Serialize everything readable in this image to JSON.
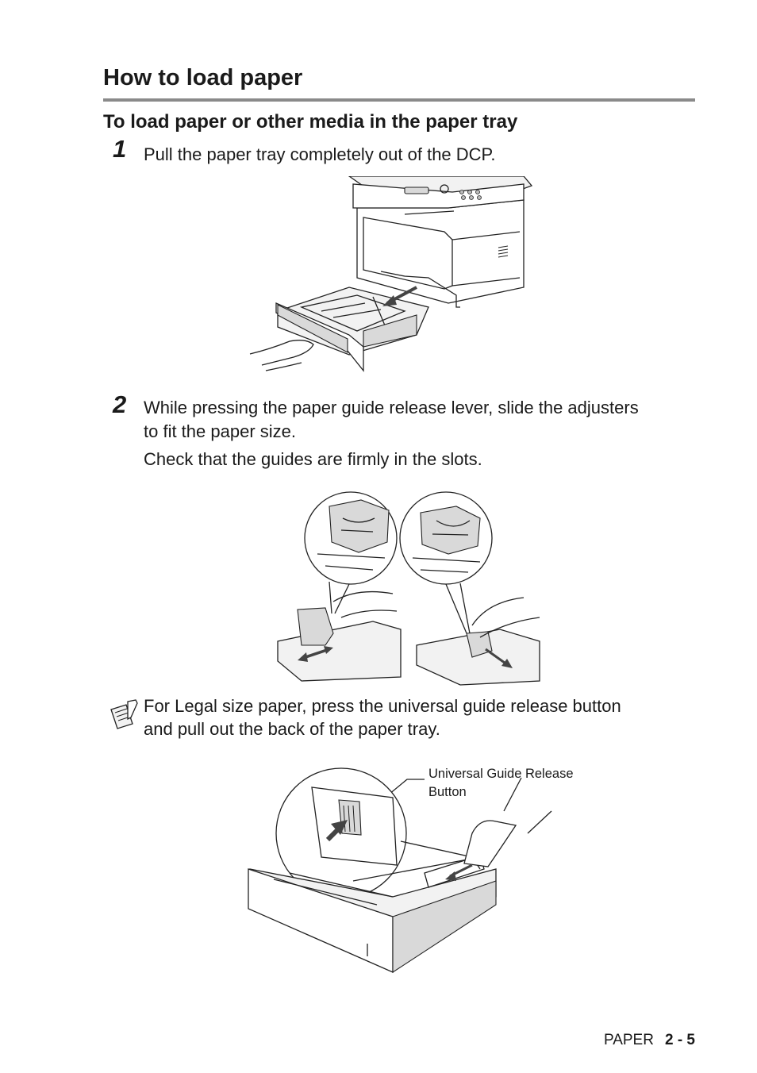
{
  "section_title": "How to load paper",
  "subsection_title": "To load paper or other media in the paper tray",
  "steps": [
    {
      "number": "1",
      "lines": [
        "Pull the paper tray completely out of the DCP."
      ]
    },
    {
      "number": "2",
      "lines": [
        "While pressing the paper guide release lever, slide the adjusters",
        "to fit the paper size."
      ],
      "extra": "Check that the guides are firmly in the slots."
    }
  ],
  "note": {
    "icon": "note-pencil-icon",
    "lines": [
      "For Legal size paper, press the universal guide release button",
      "and pull out the back of the paper tray."
    ]
  },
  "figure3_callout": {
    "lines": [
      "Universal Guide Release",
      "Button"
    ]
  },
  "footer": {
    "chapter": "PAPER",
    "page": "2 - 5"
  }
}
